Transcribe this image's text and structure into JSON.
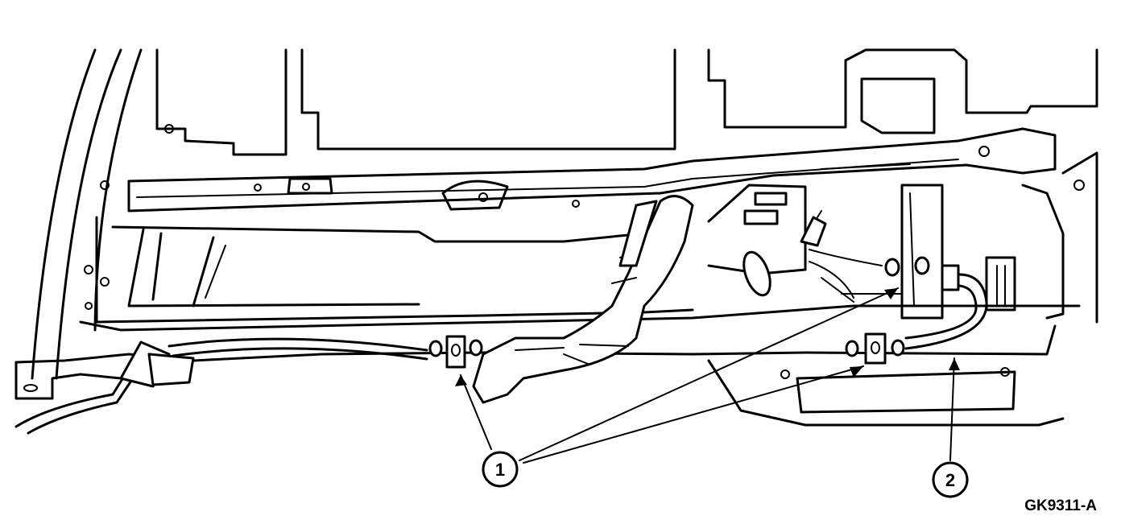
{
  "figure_id": "GK9311-A",
  "callouts": [
    {
      "label": "1"
    },
    {
      "label": "2"
    }
  ]
}
